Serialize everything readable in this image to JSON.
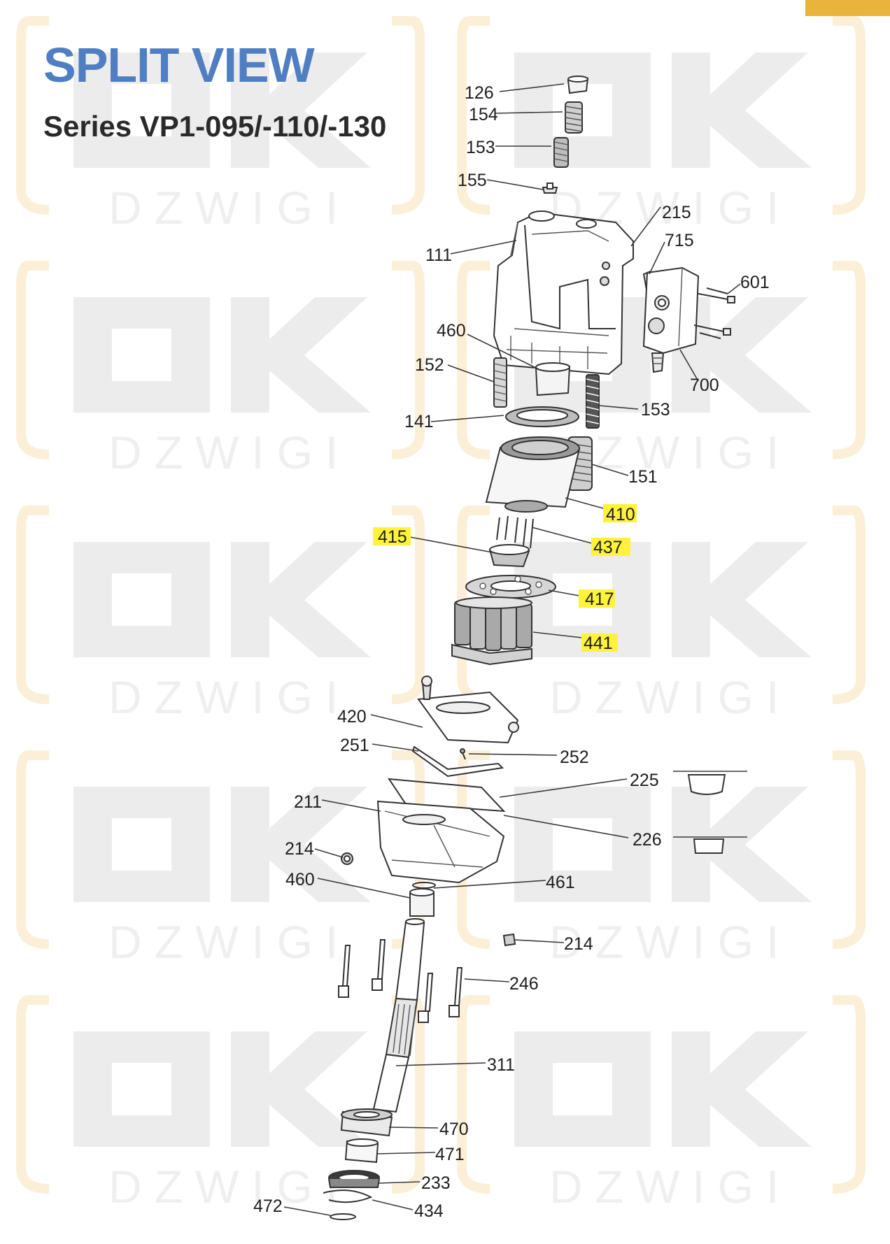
{
  "title": "SPLIT VIEW",
  "subtitle": "Series VP1-095/-110/-130",
  "watermark": {
    "logo": "OK",
    "text": "DZWIGI"
  },
  "colors": {
    "accent": "#e8b43b",
    "title": "#4f7ec2",
    "highlight": "#fff23a"
  },
  "labels": [
    {
      "id": "l126",
      "text": "126",
      "highlight": false
    },
    {
      "id": "l154",
      "text": "154",
      "highlight": false
    },
    {
      "id": "l153a",
      "text": "153",
      "highlight": false
    },
    {
      "id": "l155",
      "text": "155",
      "highlight": false
    },
    {
      "id": "l215",
      "text": "215",
      "highlight": false
    },
    {
      "id": "l715",
      "text": "715",
      "highlight": false
    },
    {
      "id": "l111",
      "text": "111",
      "highlight": false
    },
    {
      "id": "l601",
      "text": "601",
      "highlight": false
    },
    {
      "id": "l460a",
      "text": "460",
      "highlight": false
    },
    {
      "id": "l152",
      "text": "152",
      "highlight": false
    },
    {
      "id": "l700",
      "text": "700",
      "highlight": false
    },
    {
      "id": "l141",
      "text": "141",
      "highlight": false
    },
    {
      "id": "l153b",
      "text": "153",
      "highlight": false
    },
    {
      "id": "l151",
      "text": "151",
      "highlight": false
    },
    {
      "id": "l410",
      "text": "410",
      "highlight": true
    },
    {
      "id": "l415",
      "text": "415",
      "highlight": true
    },
    {
      "id": "l437",
      "text": "437",
      "highlight": true
    },
    {
      "id": "l417",
      "text": "417",
      "highlight": true
    },
    {
      "id": "l441",
      "text": "441",
      "highlight": true
    },
    {
      "id": "l420",
      "text": "420",
      "highlight": false
    },
    {
      "id": "l251",
      "text": "251",
      "highlight": false
    },
    {
      "id": "l252",
      "text": "252",
      "highlight": false
    },
    {
      "id": "l225",
      "text": "225",
      "highlight": false
    },
    {
      "id": "l211",
      "text": "211",
      "highlight": false
    },
    {
      "id": "l226",
      "text": "226",
      "highlight": false
    },
    {
      "id": "l214a",
      "text": "214",
      "highlight": false
    },
    {
      "id": "l460b",
      "text": "460",
      "highlight": false
    },
    {
      "id": "l461",
      "text": "461",
      "highlight": false
    },
    {
      "id": "l214b",
      "text": "214",
      "highlight": false
    },
    {
      "id": "l246",
      "text": "246",
      "highlight": false
    },
    {
      "id": "l311",
      "text": "311",
      "highlight": false
    },
    {
      "id": "l470",
      "text": "470",
      "highlight": false
    },
    {
      "id": "l471",
      "text": "471",
      "highlight": false
    },
    {
      "id": "l233",
      "text": "233",
      "highlight": false
    },
    {
      "id": "l472",
      "text": "472",
      "highlight": false
    },
    {
      "id": "l434",
      "text": "434",
      "highlight": false
    }
  ]
}
